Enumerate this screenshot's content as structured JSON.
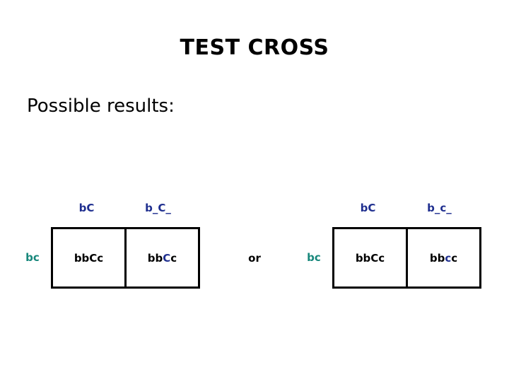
{
  "slide": {
    "title": "TEST CROSS",
    "subtitle": "Possible results:",
    "connector": "or"
  },
  "colors": {
    "navy": "#1f2f8f",
    "teal": "#17877b",
    "black": "#000000",
    "background": "#ffffff",
    "border": "#000000"
  },
  "crosses": [
    {
      "id": "cross-left",
      "row_label": "bc",
      "col_headers": [
        "bC",
        "b_C_"
      ],
      "cells": [
        {
          "text": "bbCc",
          "parts": [
            {
              "text": "bbCc",
              "color": "black"
            }
          ]
        },
        {
          "text": "bbCc",
          "parts": [
            {
              "text": "bb",
              "color": "black"
            },
            {
              "text": "C",
              "color": "navy"
            },
            {
              "text": "c",
              "color": "black"
            }
          ]
        }
      ]
    },
    {
      "id": "cross-right",
      "row_label": "bc",
      "col_headers": [
        "bC",
        "b_c_"
      ],
      "cells": [
        {
          "text": "bbCc",
          "parts": [
            {
              "text": "bbCc",
              "color": "black"
            }
          ]
        },
        {
          "text": "bbcc",
          "parts": [
            {
              "text": "bb",
              "color": "black"
            },
            {
              "text": "c",
              "color": "navy"
            },
            {
              "text": "c",
              "color": "black"
            }
          ]
        }
      ]
    }
  ]
}
